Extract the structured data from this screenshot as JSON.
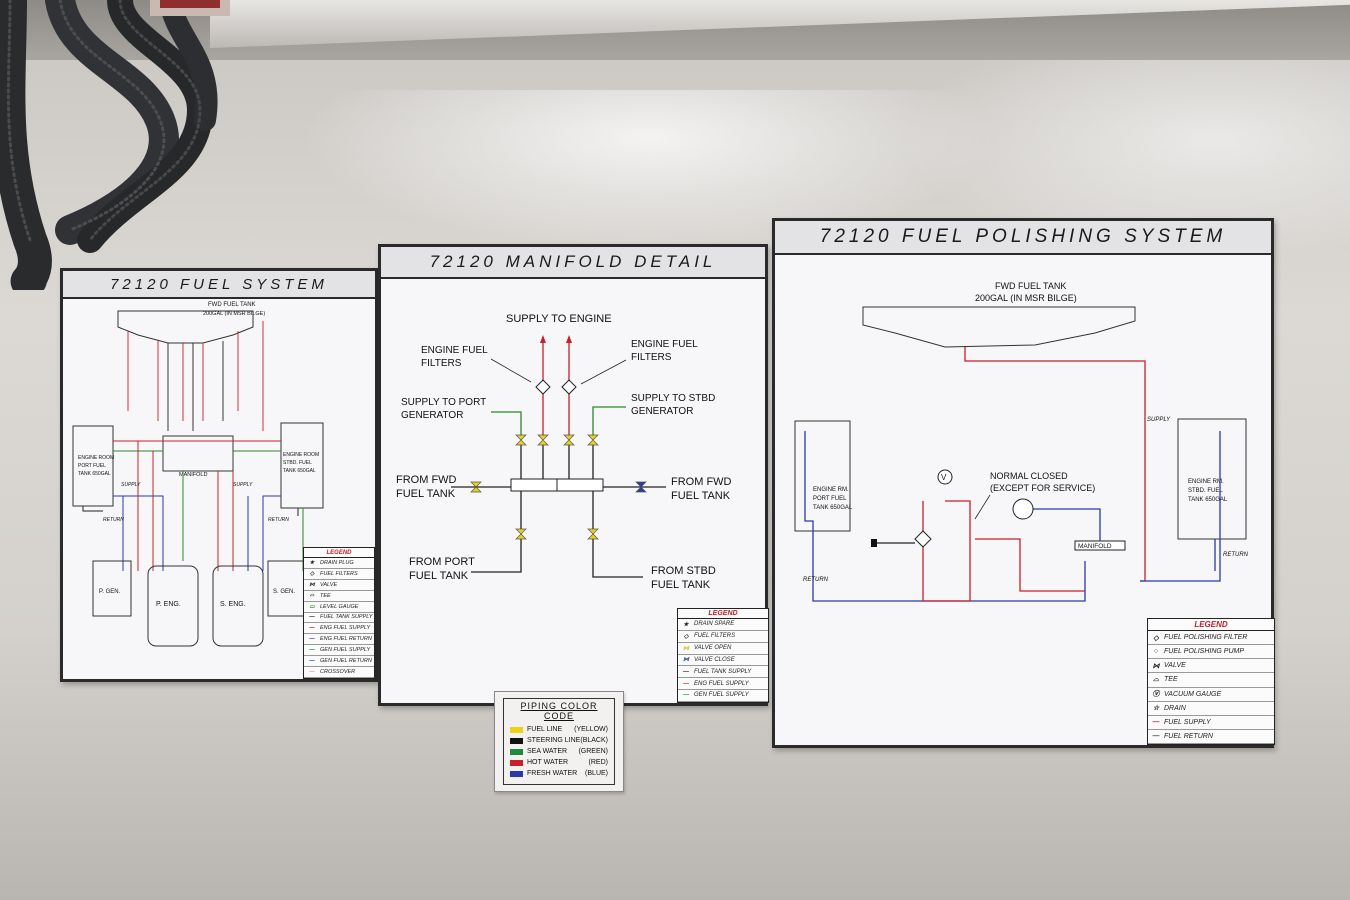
{
  "panels": {
    "fuel_system": {
      "title": "72120 FUEL SYSTEM",
      "tank_label": "FWD FUEL TANK",
      "tank_sub": "200GAL (IN MSR BILGE)",
      "port_tank": [
        "ENGINE ROOM",
        "PORT FUEL",
        "TANK 650GAL"
      ],
      "stbd_tank": [
        "ENGINE ROOM",
        "STBD. FUEL",
        "TANK 650GAL"
      ],
      "manifold": "MANIFOLD",
      "supply": "SUPPLY",
      "return": "RETURN",
      "p_gen": "P. GEN.",
      "p_eng": "P. ENG.",
      "s_eng": "S. ENG.",
      "s_gen": "S. GEN.",
      "legend_title": "LEGEND",
      "legend": [
        "DRAIN PLUG",
        "FUEL FILTERS",
        "VALVE",
        "TEE",
        "LEVEL GAUGE",
        "FUEL TANK SUPPLY",
        "ENG FUEL SUPPLY",
        "ENG FUEL RETURN",
        "GEN FUEL SUPPLY",
        "GEN FUEL RETURN",
        "CROSSOVER"
      ],
      "legend_symbols": [
        "★",
        "◇",
        "⋈",
        "⌓",
        "▭",
        "—",
        "—",
        "—",
        "—",
        "—",
        "—"
      ],
      "legend_colors": [
        "#222",
        "#222",
        "#222",
        "#222",
        "#2a8a2a",
        "#222",
        "#c8202a",
        "#2b3aa8",
        "#2a8a2a",
        "#2b3aa8",
        "#d9a0a0"
      ]
    },
    "manifold_detail": {
      "title": "72120 MANIFOLD DETAIL",
      "supply_to_engine": "SUPPLY TO ENGINE",
      "engine_fuel_filters_left": [
        "ENGINE FUEL",
        "FILTERS"
      ],
      "engine_fuel_filters_right": [
        "ENGINE FUEL",
        "FILTERS"
      ],
      "supply_to_port_gen": [
        "SUPPLY TO PORT",
        "GENERATOR"
      ],
      "supply_to_stbd_gen": [
        "SUPPLY TO STBD",
        "GENERATOR"
      ],
      "from_fwd_left": [
        "FROM FWD",
        "FUEL TANK"
      ],
      "from_fwd_right": [
        "FROM FWD",
        "FUEL TANK"
      ],
      "from_port": [
        "FROM PORT",
        "FUEL TANK"
      ],
      "from_stbd": [
        "FROM STBD",
        "FUEL TANK"
      ],
      "legend_title": "LEGEND",
      "legend": [
        "DRAIN SPARE",
        "FUEL FILTERS",
        "VALVE OPEN",
        "VALVE CLOSE",
        "FUEL TANK SUPPLY",
        "ENG FUEL SUPPLY",
        "GEN FUEL SUPPLY"
      ],
      "legend_symbols": [
        "★",
        "◇",
        "⋈",
        "⋈",
        "—",
        "—",
        "—"
      ],
      "legend_colors": [
        "#222",
        "#222",
        "#d8c020",
        "#2b3aa8",
        "#222",
        "#c8202a",
        "#2a8a2a"
      ]
    },
    "polishing": {
      "title": "72120 FUEL POLISHING SYSTEM",
      "tank_label": "FWD FUEL TANK",
      "tank_sub": "200GAL (IN MSR BILGE)",
      "port_tank": [
        "ENGINE RM.",
        "PORT FUEL",
        "TANK 650GAL"
      ],
      "stbd_tank": [
        "ENGINE RM.",
        "STBD. FUEL",
        "TANK 650GAL"
      ],
      "normal_closed": [
        "NORMAL CLOSED",
        "(EXCEPT FOR SERVICE)"
      ],
      "manifold": "MANIFOLD",
      "supply": "SUPPLY",
      "return": "RETURN",
      "vacuum": "V",
      "legend_title": "LEGEND",
      "legend": [
        "FUEL POLISHING FILTER",
        "FUEL POLISHING PUMP",
        "VALVE",
        "TEE",
        "VACUUM GAUGE",
        "DRAIN",
        "FUEL SUPPLY",
        "FUEL RETURN"
      ],
      "legend_symbols": [
        "◇",
        "○",
        "⋈",
        "⌓",
        "Ⓥ",
        "☆",
        "—",
        "—"
      ],
      "legend_colors": [
        "#222",
        "#222",
        "#222",
        "#222",
        "#222",
        "#222",
        "#c8202a",
        "#2b3aa8"
      ]
    }
  },
  "color_code": {
    "title": "PIPING COLOR CODE",
    "rows": [
      {
        "name": "FUEL LINE",
        "color_word": "(YELLOW)",
        "color": "#e8d21a"
      },
      {
        "name": "STEERING LINE",
        "color_word": "(BLACK)",
        "color": "#111111"
      },
      {
        "name": "SEA WATER",
        "color_word": "(GREEN)",
        "color": "#1f8a3a"
      },
      {
        "name": "HOT WATER",
        "color_word": "(RED)",
        "color": "#c8202a"
      },
      {
        "name": "FRESH WATER",
        "color_word": "(BLUE)",
        "color": "#2b3aa8"
      }
    ]
  }
}
